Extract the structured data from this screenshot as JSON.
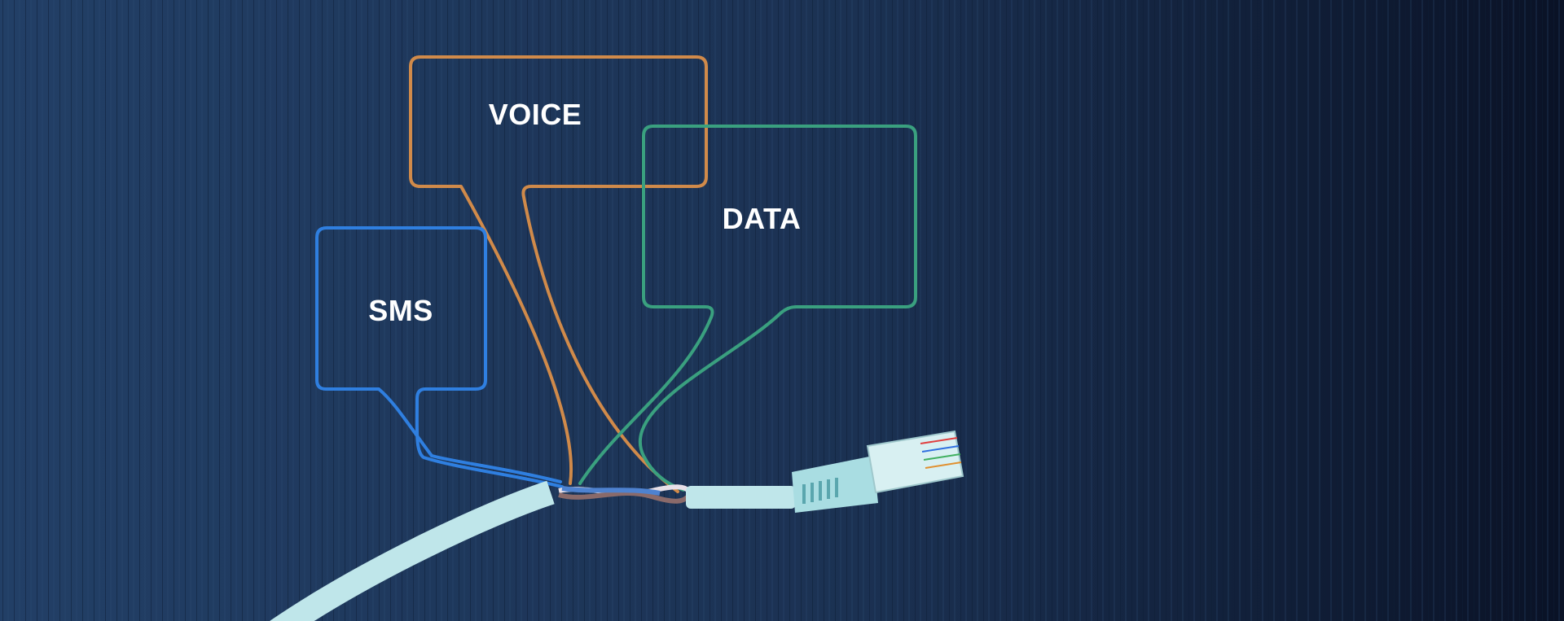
{
  "banner": {
    "labels": {
      "voice": "VOICE",
      "data": "DATA",
      "sms": "SMS"
    },
    "colors": {
      "background_left": "#213d63",
      "background_right": "#0a1226",
      "voice_wire": "#d08a4a",
      "data_wire": "#3aa07f",
      "sms_wire": "#2f7fe0",
      "cable": "#bfe6ea"
    },
    "icons": [
      "ethernet-cable-icon",
      "rj45-connector-icon"
    ]
  }
}
